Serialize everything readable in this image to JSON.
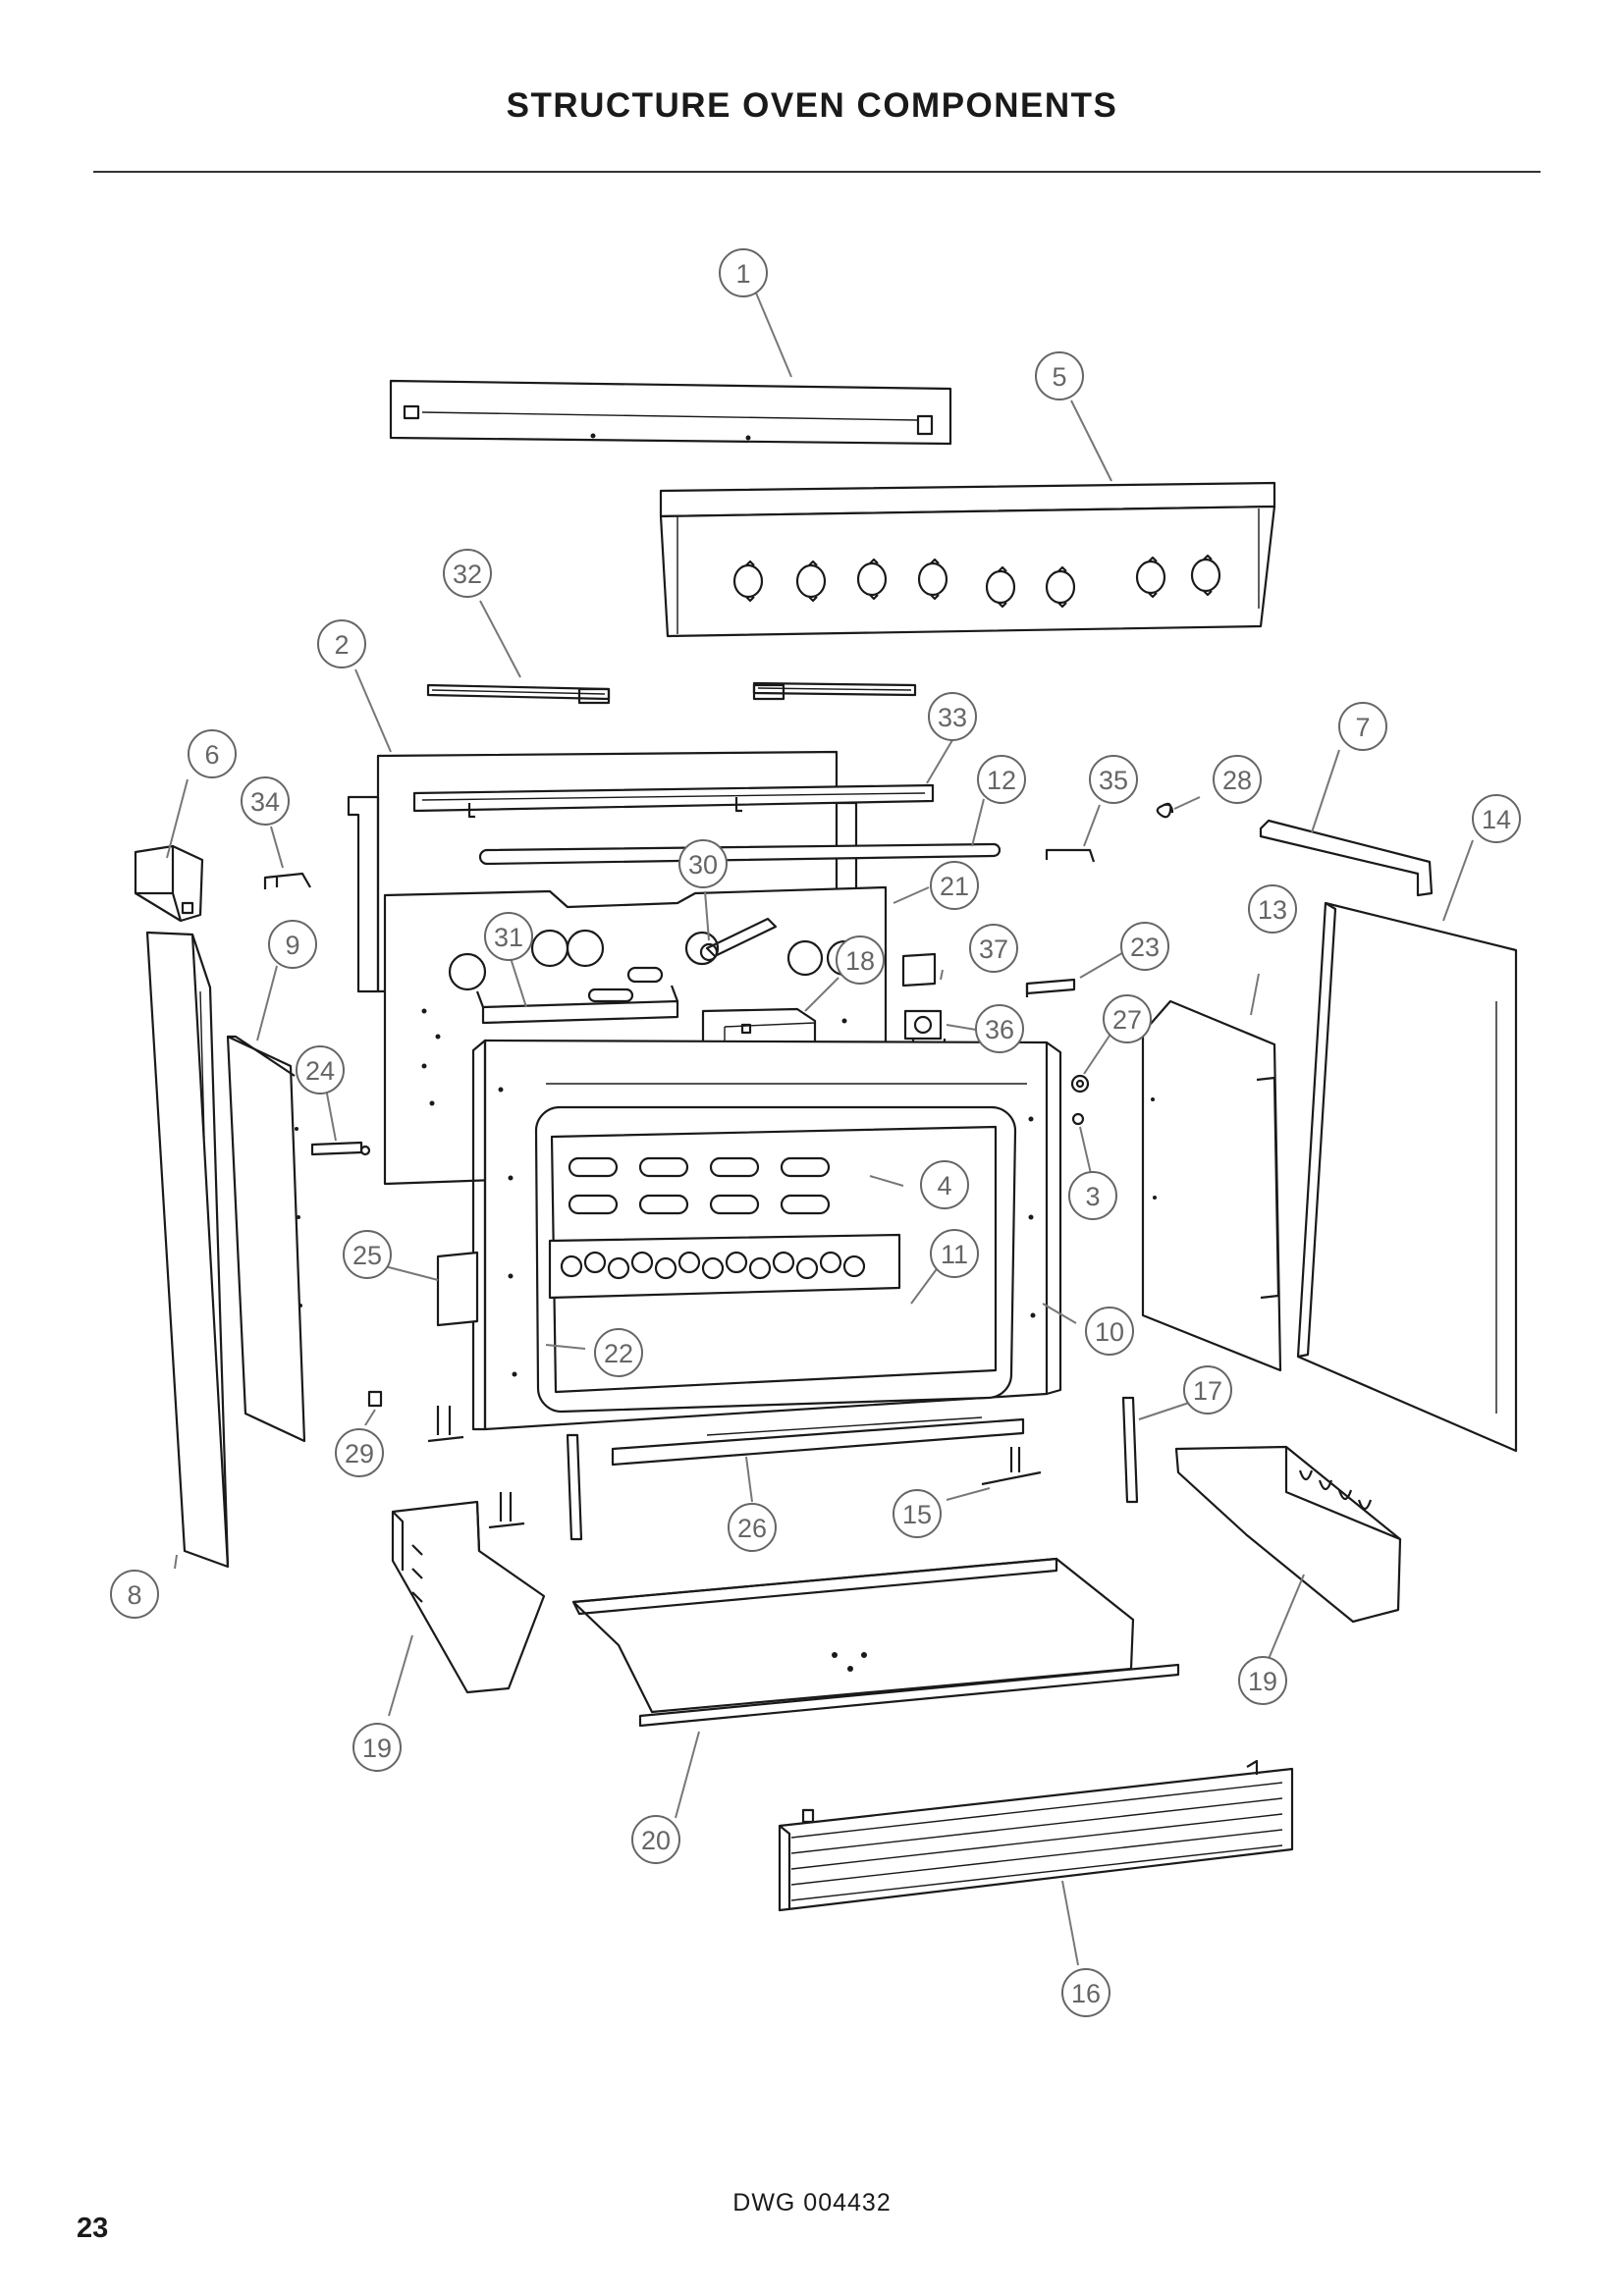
{
  "header": {
    "title": "STRUCTURE OVEN COMPONENTS"
  },
  "footer": {
    "drawing_number": "DWG 004432",
    "page_number": "23"
  },
  "callouts": [
    {
      "id": "callout-1",
      "label": "1"
    },
    {
      "id": "callout-2",
      "label": "2"
    },
    {
      "id": "callout-3",
      "label": "3"
    },
    {
      "id": "callout-4",
      "label": "4"
    },
    {
      "id": "callout-5",
      "label": "5"
    },
    {
      "id": "callout-6",
      "label": "6"
    },
    {
      "id": "callout-7",
      "label": "7"
    },
    {
      "id": "callout-8",
      "label": "8"
    },
    {
      "id": "callout-9",
      "label": "9"
    },
    {
      "id": "callout-10",
      "label": "10"
    },
    {
      "id": "callout-11",
      "label": "11"
    },
    {
      "id": "callout-12",
      "label": "12"
    },
    {
      "id": "callout-13",
      "label": "13"
    },
    {
      "id": "callout-14",
      "label": "14"
    },
    {
      "id": "callout-15",
      "label": "15"
    },
    {
      "id": "callout-16",
      "label": "16"
    },
    {
      "id": "callout-17",
      "label": "17"
    },
    {
      "id": "callout-18",
      "label": "18"
    },
    {
      "id": "callout-19-right",
      "label": "19"
    },
    {
      "id": "callout-19-left",
      "label": "19"
    },
    {
      "id": "callout-20",
      "label": "20"
    },
    {
      "id": "callout-21",
      "label": "21"
    },
    {
      "id": "callout-22",
      "label": "22"
    },
    {
      "id": "callout-23",
      "label": "23"
    },
    {
      "id": "callout-24",
      "label": "24"
    },
    {
      "id": "callout-25",
      "label": "25"
    },
    {
      "id": "callout-26",
      "label": "26"
    },
    {
      "id": "callout-27",
      "label": "27"
    },
    {
      "id": "callout-28",
      "label": "28"
    },
    {
      "id": "callout-29",
      "label": "29"
    },
    {
      "id": "callout-30",
      "label": "30"
    },
    {
      "id": "callout-31",
      "label": "31"
    },
    {
      "id": "callout-32",
      "label": "32"
    },
    {
      "id": "callout-33",
      "label": "33"
    },
    {
      "id": "callout-34",
      "label": "34"
    },
    {
      "id": "callout-35",
      "label": "35"
    },
    {
      "id": "callout-36",
      "label": "36"
    },
    {
      "id": "callout-37",
      "label": "37"
    }
  ]
}
